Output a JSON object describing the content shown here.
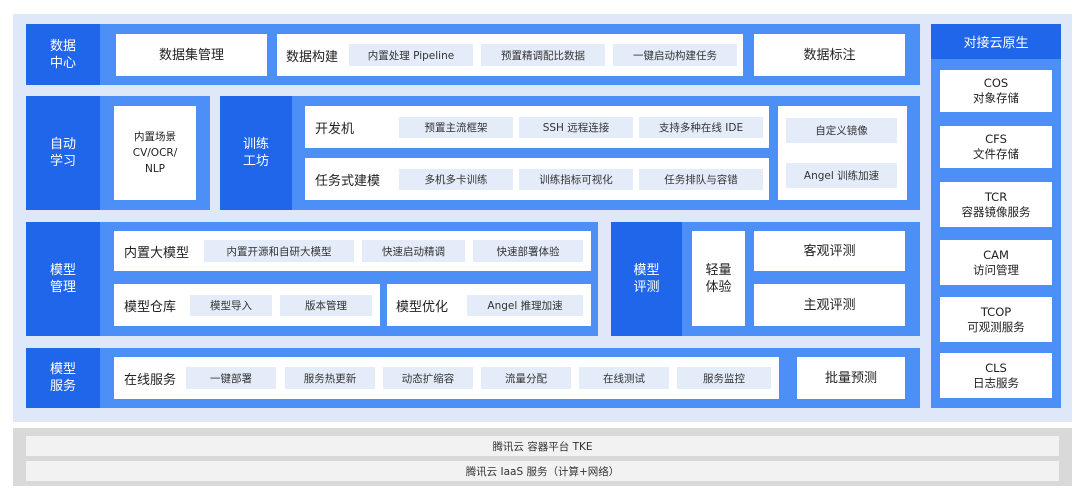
{
  "data_center": {
    "header": "数据\n中心",
    "dataset_mgmt": "数据集管理",
    "build_label": "数据构建",
    "build_chips": [
      "内置处理 Pipeline",
      "预置精调配比数据",
      "一键启动构建任务"
    ],
    "annotation": "数据标注"
  },
  "auto_learning": {
    "header": "自动\n学习",
    "scenes": "内置场景\nCV/OCR/\nNLP"
  },
  "training": {
    "header": "训练\n工坊",
    "dev_label": "开发机",
    "dev_chips": [
      "预置主流框架",
      "SSH 远程连接",
      "支持多种在线 IDE"
    ],
    "task_label": "任务式建模",
    "task_chips": [
      "多机多卡训练",
      "训练指标可视化",
      "任务排队与容错"
    ],
    "custom_image": "自定义镜像",
    "angel_train": "Angel 训练加速"
  },
  "model_mgmt": {
    "header": "模型\n管理",
    "llm_label": "内置大模型",
    "llm_chips": [
      "内置开源和自研大模型",
      "快速启动精调",
      "快速部署体验"
    ],
    "repo_label": "模型仓库",
    "repo_chips": [
      "模型导入",
      "版本管理"
    ],
    "opt_label": "模型优化",
    "opt_chips": [
      "Angel 推理加速"
    ]
  },
  "evaluation": {
    "header": "模型\n评测",
    "light": "轻量\n体验",
    "objective": "客观评测",
    "subjective": "主观评测"
  },
  "model_service": {
    "header": "模型\n服务",
    "online_label": "在线服务",
    "online_chips": [
      "一键部署",
      "服务热更新",
      "动态扩缩容",
      "流量分配",
      "在线测试",
      "服务监控"
    ],
    "batch": "批量预测"
  },
  "cloud_native": {
    "header": "对接云原生",
    "items": [
      "COS\n对象存储",
      "CFS\n文件存储",
      "TCR\n容器镜像服务",
      "CAM\n访问管理",
      "TCOP\n可观测服务",
      "CLS\n日志服务"
    ]
  },
  "platform": {
    "tke": "腾讯云 容器平台 TKE",
    "iaas": "腾讯云 IaaS 服务（计算+网络）"
  }
}
